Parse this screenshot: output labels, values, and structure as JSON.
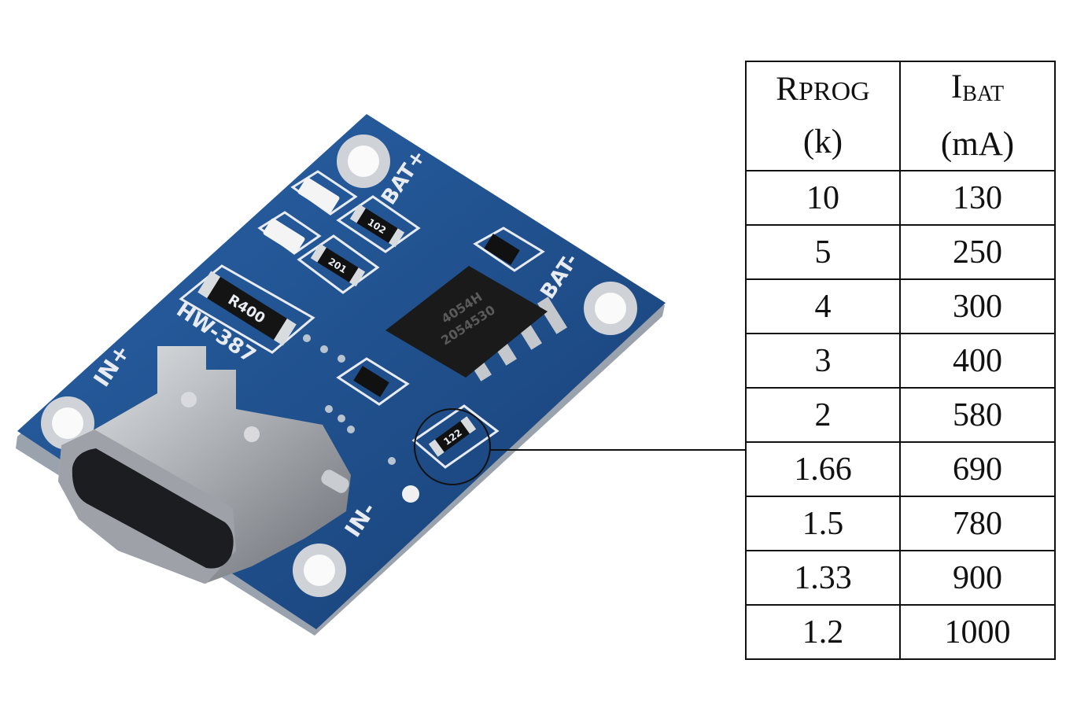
{
  "table": {
    "header": {
      "col1": {
        "main": "R",
        "small": "PROG",
        "unit": "(k)"
      },
      "col2": {
        "main": "I",
        "small": "BAT",
        "unit": "(mA)"
      }
    },
    "rows": [
      {
        "rprog": "10",
        "ibat": "130"
      },
      {
        "rprog": "5",
        "ibat": "250"
      },
      {
        "rprog": "4",
        "ibat": "300"
      },
      {
        "rprog": "3",
        "ibat": "400"
      },
      {
        "rprog": "2",
        "ibat": "580"
      },
      {
        "rprog": "1.66",
        "ibat": "690"
      },
      {
        "rprog": "1.5",
        "ibat": "780"
      },
      {
        "rprog": "1.33",
        "ibat": "900"
      },
      {
        "rprog": "1.2",
        "ibat": "1000"
      }
    ]
  },
  "board": {
    "labels": {
      "bat_plus": "BAT+",
      "bat_minus": "BAT-",
      "in_plus": "IN+",
      "in_minus": "IN-",
      "model": "HW-387",
      "r_sense": "R400",
      "r_led": "102",
      "r_led2": "201",
      "r_prog": "122",
      "chip_line1": "4054H",
      "chip_line2": "2054530"
    },
    "colors": {
      "pcb": "#1f4e8c",
      "silkscreen": "#e8ecf2",
      "metal": "#b8bcc2",
      "chip": "#1a1a1a"
    }
  }
}
